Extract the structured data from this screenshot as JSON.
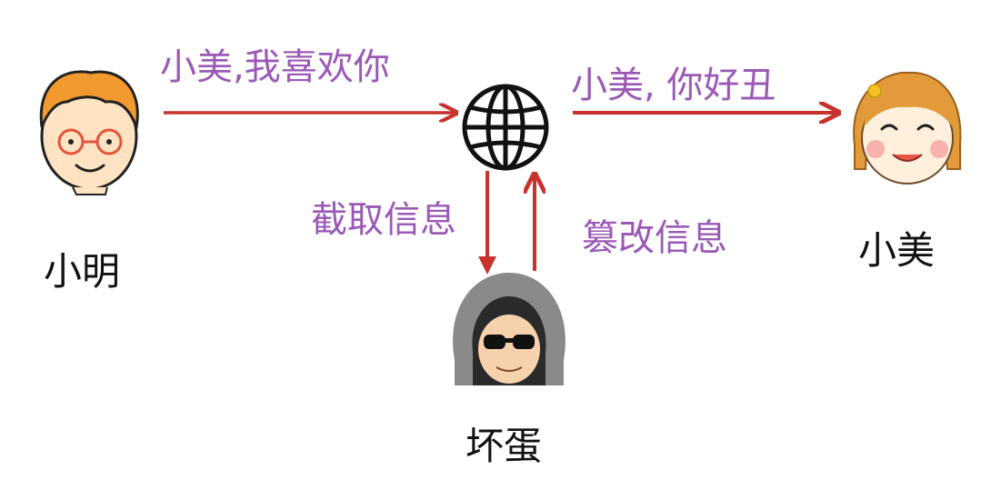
{
  "actors": {
    "sender": "小明",
    "receiver": "小美",
    "attacker": "坏蛋"
  },
  "messages": {
    "original": "小美,我喜欢你",
    "intercept": "截取信息",
    "tamper": "篡改信息",
    "delivered": "小美, 你好丑"
  },
  "colors": {
    "arrow": "#c8322d",
    "message_text": "#9b59b6",
    "name_text": "#111111"
  },
  "icons": [
    "boy-avatar-icon",
    "globe-icon",
    "girl-avatar-icon",
    "hooded-hacker-icon"
  ]
}
